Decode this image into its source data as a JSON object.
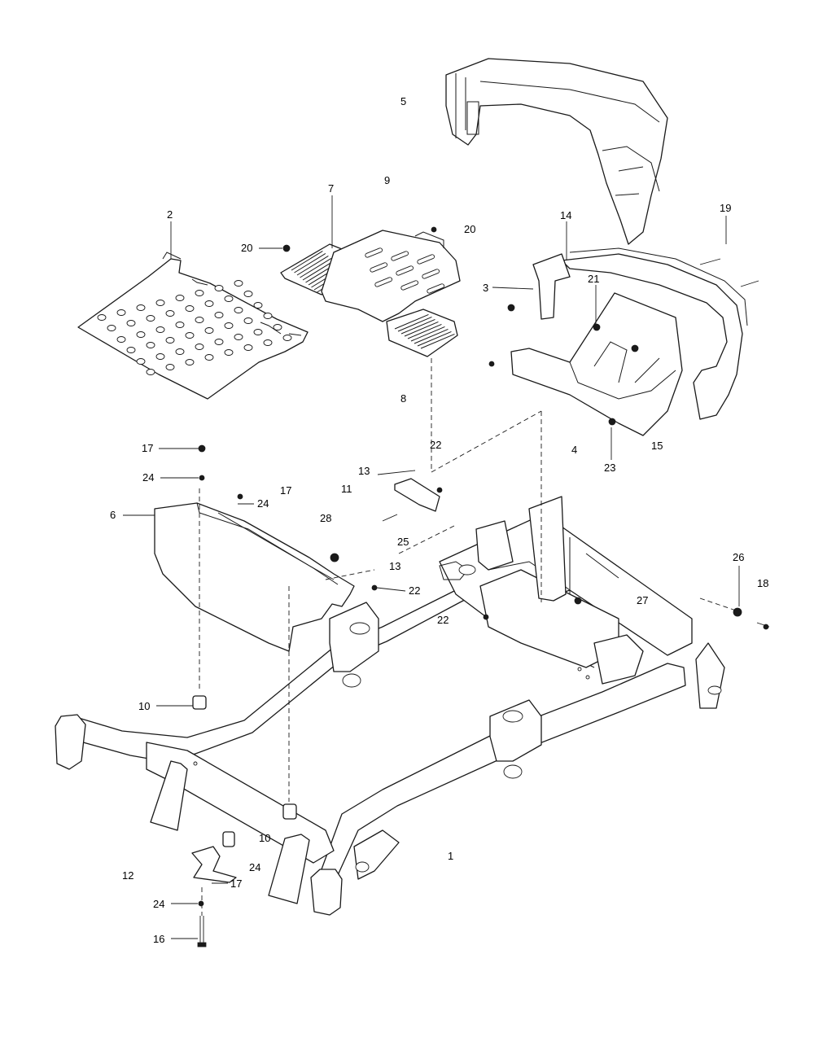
{
  "callouts": [
    {
      "id": "c1",
      "text": "1"
    },
    {
      "id": "c2",
      "text": "2"
    },
    {
      "id": "c3",
      "text": "3"
    },
    {
      "id": "c4",
      "text": "4"
    },
    {
      "id": "c5",
      "text": "5"
    },
    {
      "id": "c6",
      "text": "6"
    },
    {
      "id": "c7",
      "text": "7"
    },
    {
      "id": "c8",
      "text": "8"
    },
    {
      "id": "c9",
      "text": "9"
    },
    {
      "id": "c10a",
      "text": "10"
    },
    {
      "id": "c10b",
      "text": "10"
    },
    {
      "id": "c11",
      "text": "11"
    },
    {
      "id": "c12",
      "text": "12"
    },
    {
      "id": "c13a",
      "text": "13"
    },
    {
      "id": "c13b",
      "text": "13"
    },
    {
      "id": "c14",
      "text": "14"
    },
    {
      "id": "c15",
      "text": "15"
    },
    {
      "id": "c16",
      "text": "16"
    },
    {
      "id": "c17a",
      "text": "17"
    },
    {
      "id": "c17b",
      "text": "17"
    },
    {
      "id": "c17c",
      "text": "17"
    },
    {
      "id": "c18",
      "text": "18"
    },
    {
      "id": "c19",
      "text": "19"
    },
    {
      "id": "c20a",
      "text": "20"
    },
    {
      "id": "c20b",
      "text": "20"
    },
    {
      "id": "c21",
      "text": "21"
    },
    {
      "id": "c22a",
      "text": "22"
    },
    {
      "id": "c22b",
      "text": "22"
    },
    {
      "id": "c22c",
      "text": "22"
    },
    {
      "id": "c23",
      "text": "23"
    },
    {
      "id": "c24a",
      "text": "24"
    },
    {
      "id": "c24b",
      "text": "24"
    },
    {
      "id": "c24c",
      "text": "24"
    },
    {
      "id": "c24d",
      "text": "24"
    },
    {
      "id": "c25",
      "text": "25"
    },
    {
      "id": "c26",
      "text": "26"
    },
    {
      "id": "c27",
      "text": "27"
    },
    {
      "id": "c28",
      "text": "28"
    }
  ]
}
